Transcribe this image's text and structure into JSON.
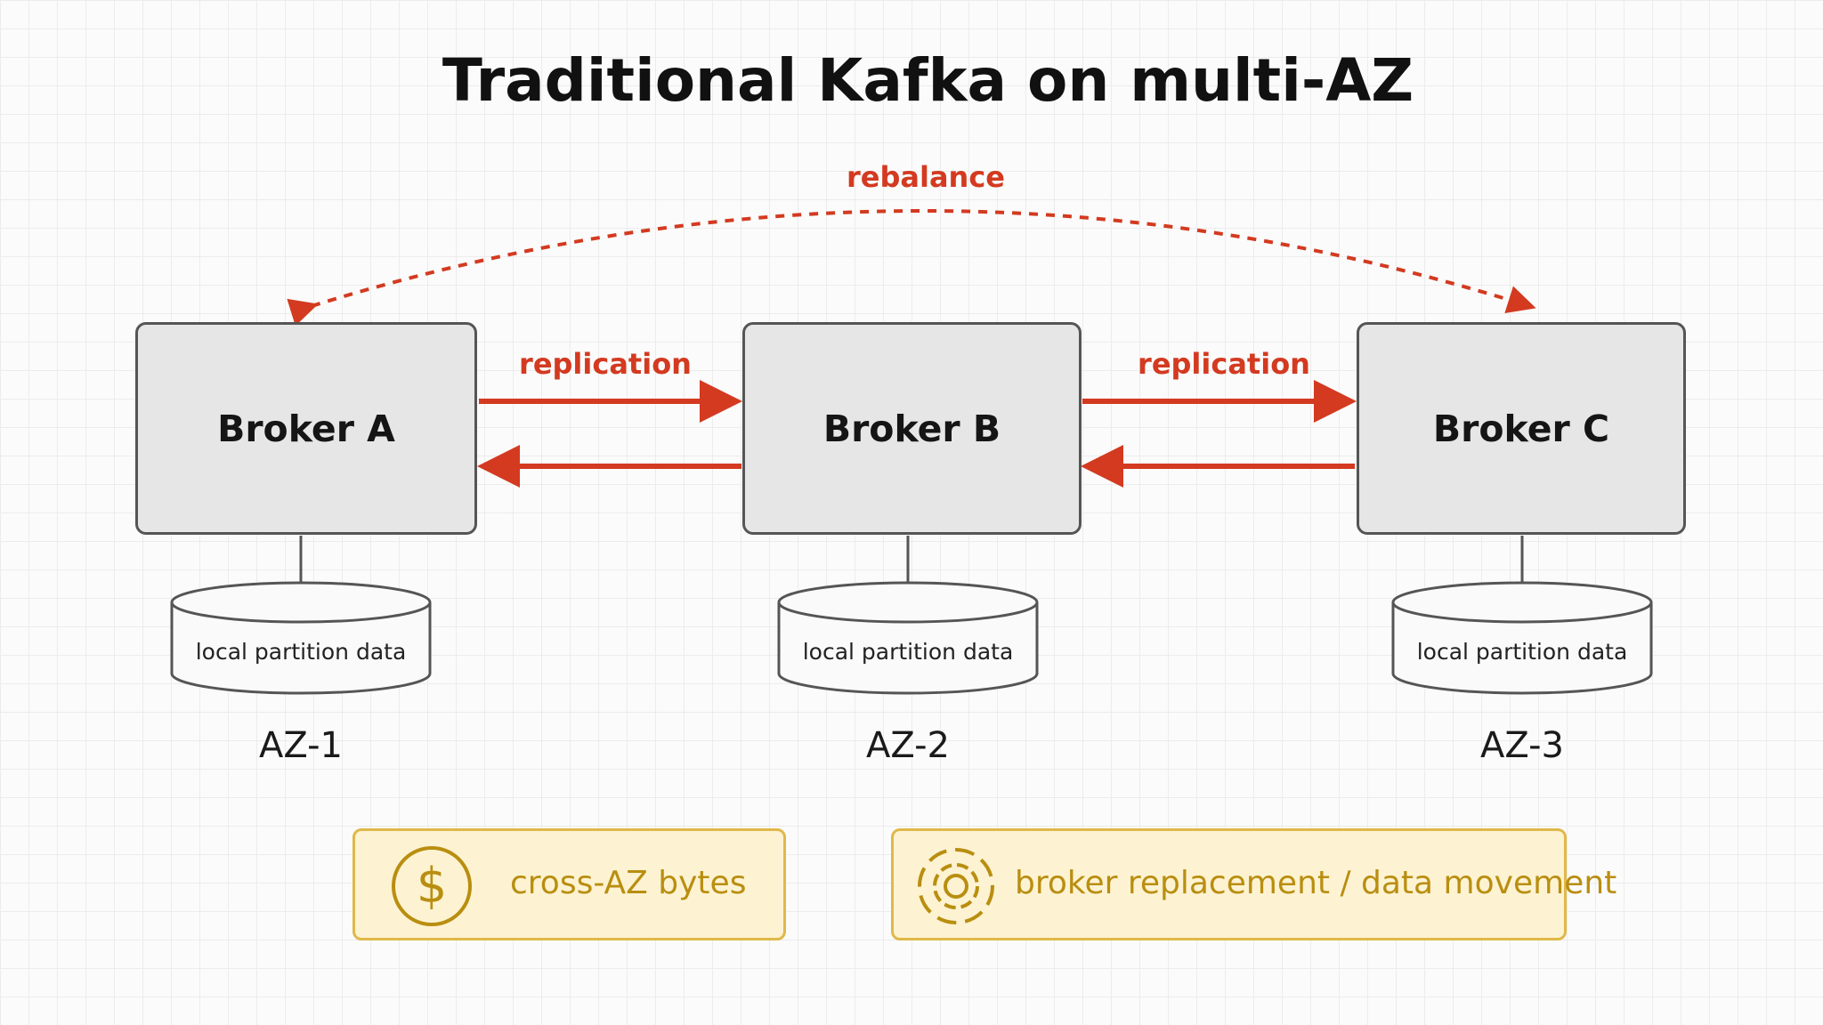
{
  "title": "Traditional Kafka on multi-AZ",
  "rebalance_label": "rebalance",
  "replication_labels": [
    "replication",
    "replication"
  ],
  "brokers": [
    {
      "name": "Broker A",
      "storage": "local partition data",
      "zone": "AZ-1"
    },
    {
      "name": "Broker B",
      "storage": "local partition data",
      "zone": "AZ-2"
    },
    {
      "name": "Broker C",
      "storage": "local partition data",
      "zone": "AZ-3"
    }
  ],
  "callouts": [
    {
      "icon": "dollar-icon",
      "label": "cross-AZ bytes"
    },
    {
      "icon": "gear-icon",
      "label": "broker replacement / data movement"
    }
  ],
  "colors": {
    "accent_red": "#d33a20",
    "callout_text": "#b98e10",
    "callout_border": "#e0b84a",
    "callout_fill": "#fdf3d2",
    "broker_fill": "#e6e6e6"
  }
}
